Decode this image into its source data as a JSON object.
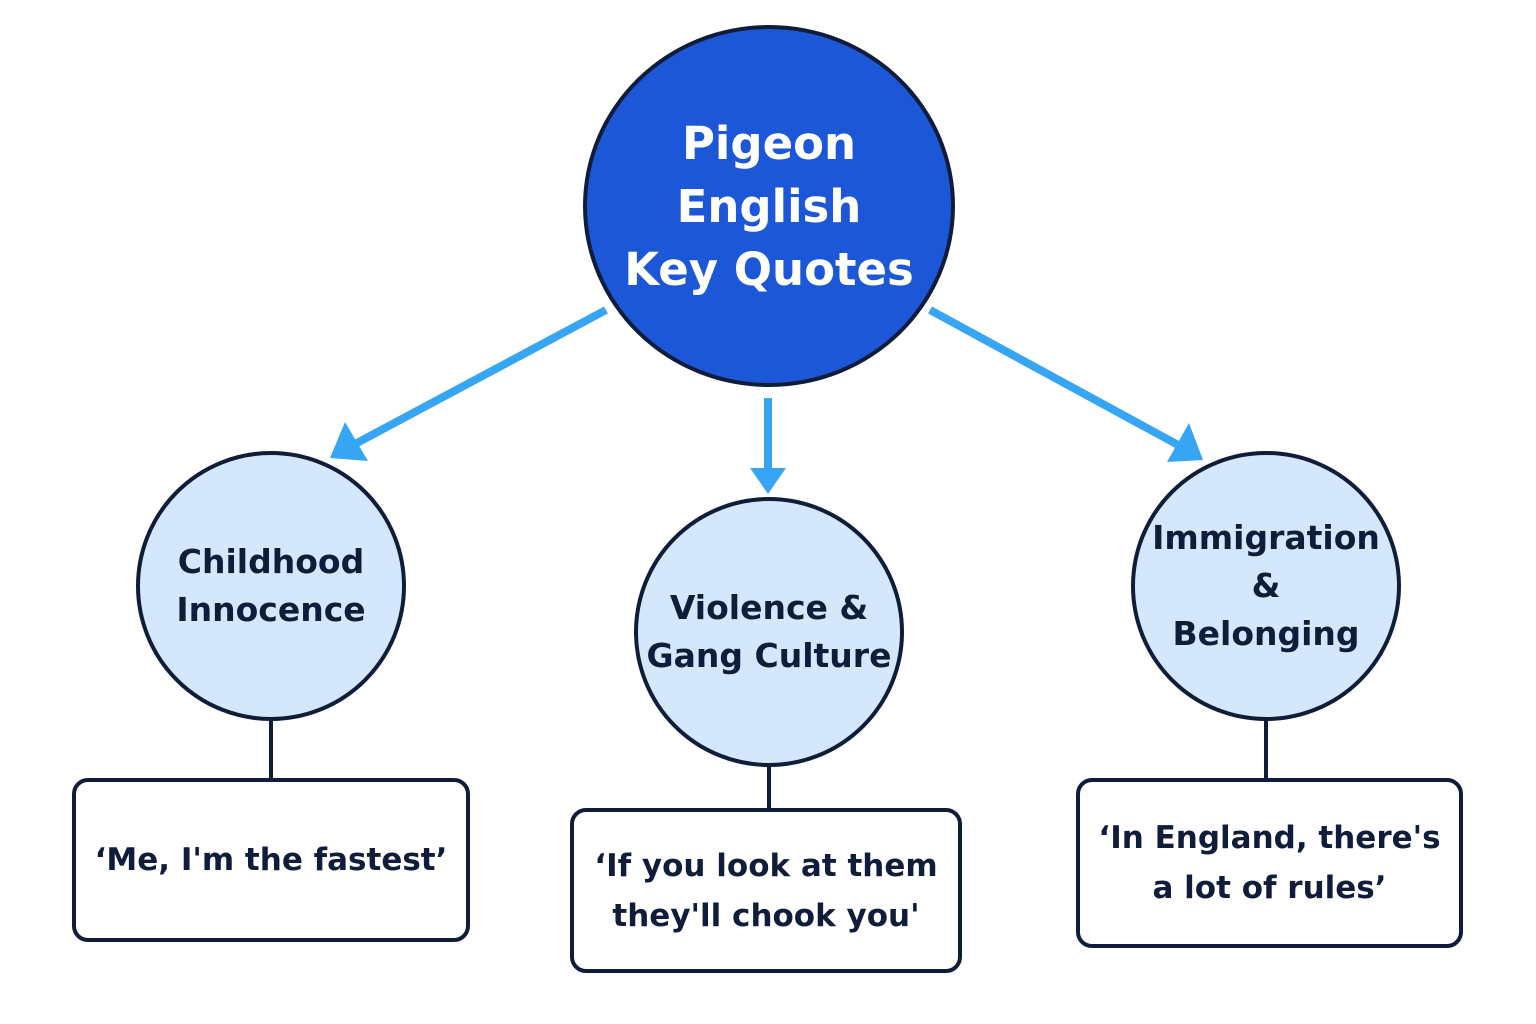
{
  "central": {
    "lines": [
      "Pigeon",
      "English",
      "Key Quotes"
    ]
  },
  "themes": [
    {
      "title_lines": [
        "Childhood",
        "Innocence"
      ],
      "quote_lines": [
        "‘Me, I'm the fastest’"
      ]
    },
    {
      "title_lines": [
        "Violence &",
        "Gang Culture"
      ],
      "quote_lines": [
        "‘If you look at them",
        "they'll chook you'"
      ]
    },
    {
      "title_lines": [
        "Immigration &",
        "Belonging"
      ],
      "quote_lines": [
        "‘In England, there's",
        "a lot of rules’"
      ]
    }
  ],
  "colors": {
    "central_fill": "#1c57d8",
    "topic_fill": "#d4e7fb",
    "outline": "#0f1c3a",
    "arrow": "#36a6f4",
    "text_dark": "#0f1c3a"
  }
}
